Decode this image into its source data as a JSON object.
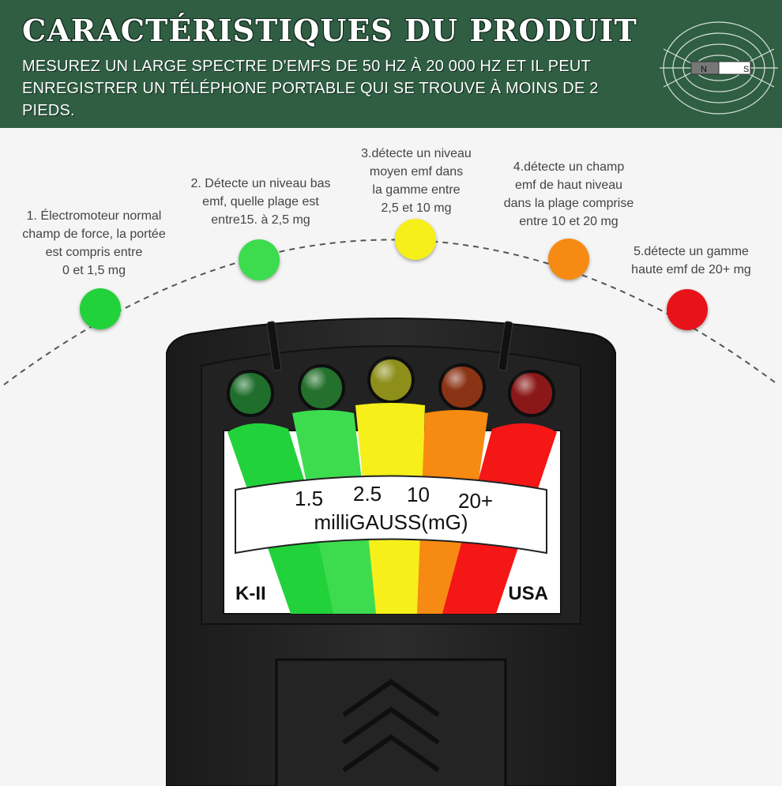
{
  "header": {
    "title": "CARACTÉRISTIQUES DU PRODUIT",
    "description": "MESUREZ UN LARGE SPECTRE D'EMFS DE 50 HZ À 20 000 HZ ET IL PEUT ENREGISTRER UN TÉLÉPHONE PORTABLE QUI SE TROUVE À MOINS DE 2 PIEDS.",
    "magnet_icon": "magnet-field-icon",
    "magnet_label_n": "N",
    "magnet_label_s": "S"
  },
  "levels": [
    {
      "label": "1. Électromoteur normal\nchamp de force, la portée\nest compris entre\n0 et 1,5 mg",
      "color": "#22d23a"
    },
    {
      "label": "2. Détecte un niveau bas\nemf, quelle plage est\nentre15. à 2,5 mg",
      "color": "#3ddc4f"
    },
    {
      "label": "3.détecte un niveau\nmoyen emf dans\nla gamme entre\n2,5 et 10 mg",
      "color": "#f6ef1a"
    },
    {
      "label": "4.détecte un champ\nemf de haut niveau\ndans la plage comprise\nentre 10 et 20 mg",
      "color": "#f78a12"
    },
    {
      "label": "5.détecte un gamme\nhaute emf de 20+ mg",
      "color": "#e8121a"
    }
  ],
  "meter": {
    "scale": [
      "1.5",
      "2.5",
      "10",
      "20+"
    ],
    "unit": "milliGAUSS(mG)",
    "brand_left": "K-II",
    "brand_right": "USA",
    "segment_colors": [
      "#22d23a",
      "#3ddc4f",
      "#f6ef1a",
      "#f78a12",
      "#f51616"
    ],
    "led_colors": [
      "#1f6e2c",
      "#24702d",
      "#8e8f1b",
      "#8a3315",
      "#8b1818"
    ]
  }
}
